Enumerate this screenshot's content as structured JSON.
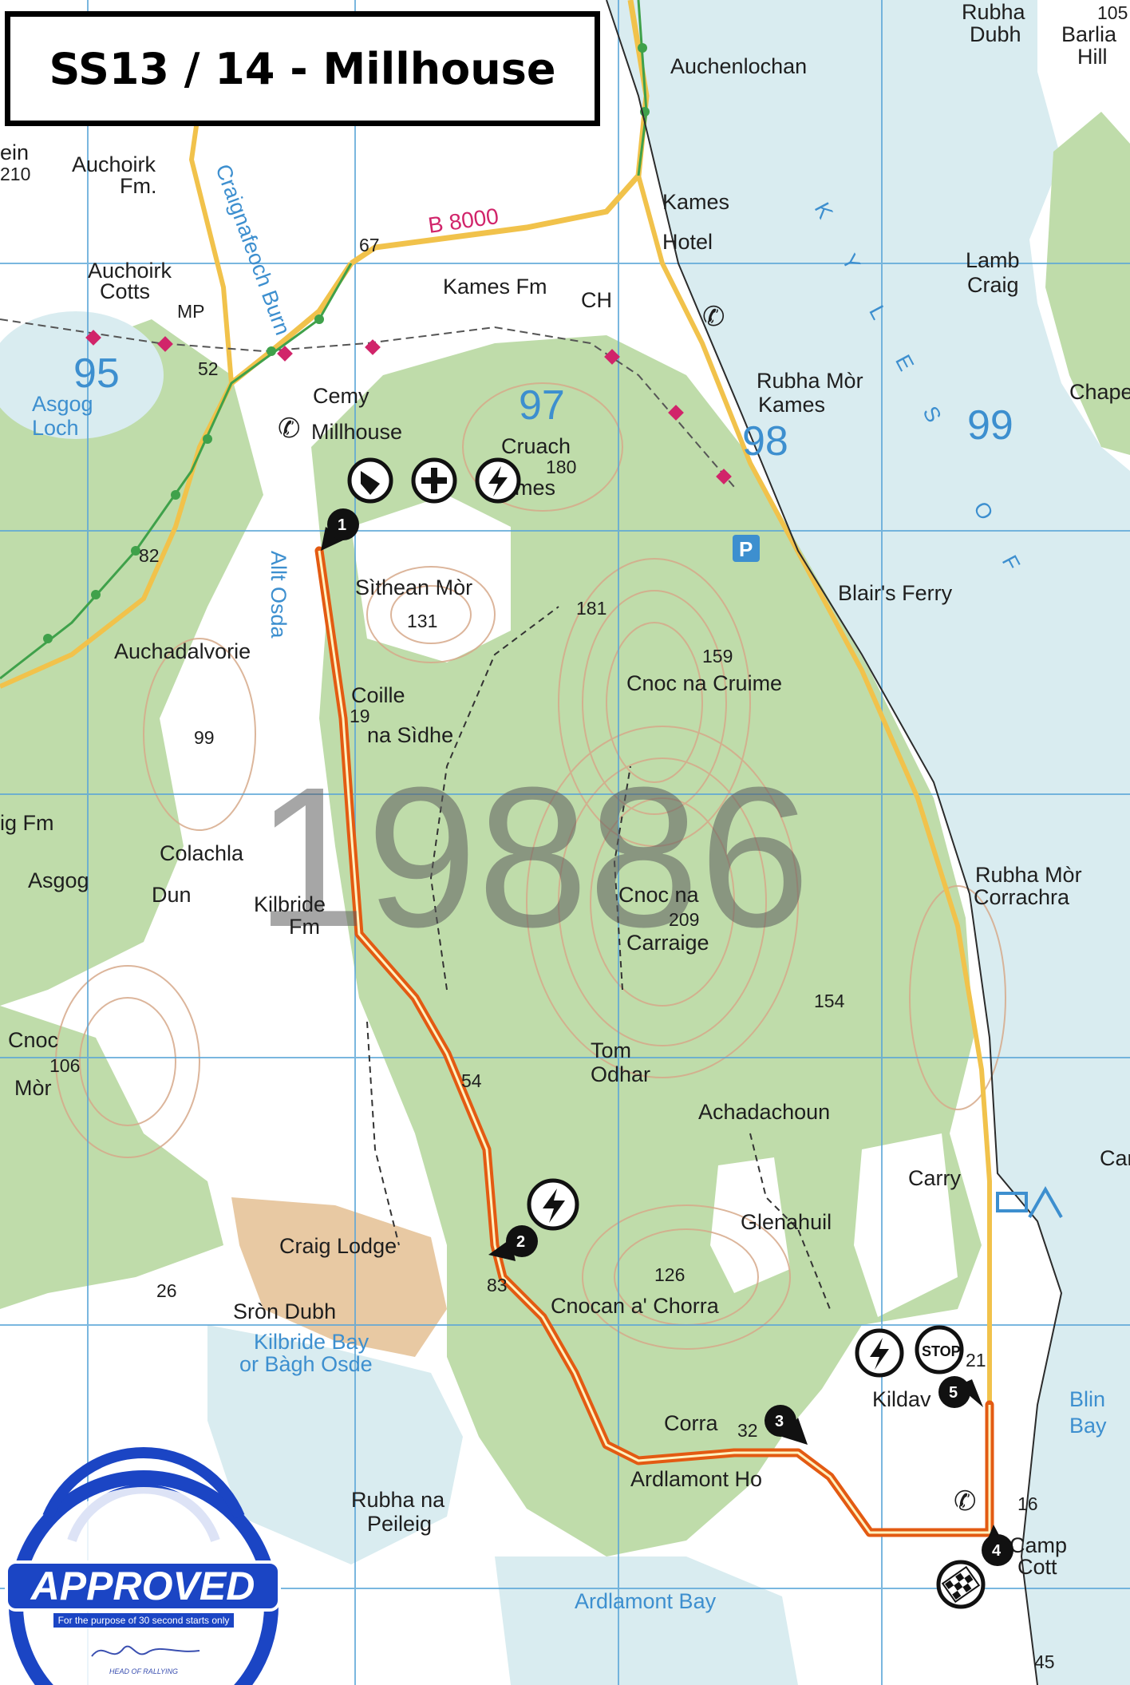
{
  "title": "SS13 / 14 - Millhouse",
  "watermark": "19886",
  "badge": {
    "label": "APPROVED",
    "subtext": "For the purpose of 30 second starts only",
    "signature_caption": "HEAD OF RALLYING"
  },
  "route": {
    "color": "#e35a12",
    "markers": [
      {
        "label": "1",
        "meaning": "start"
      },
      {
        "label": "2",
        "meaning": "waypoint"
      },
      {
        "label": "3",
        "meaning": "waypoint"
      },
      {
        "label": "4",
        "meaning": "finish"
      },
      {
        "label": "5",
        "meaning": "stop control"
      }
    ],
    "symbols": {
      "start_group": [
        "flag-icon",
        "medical-icon",
        "lightning-icon"
      ],
      "mid": [
        "lightning-icon"
      ],
      "end_group": [
        "lightning-icon",
        "stop-icon"
      ],
      "finish": "chequered-flag-icon",
      "stop_label": "STOP"
    }
  },
  "grid_labels": [
    "95",
    "97",
    "98",
    "99"
  ],
  "road_labels": [
    "B 8000"
  ],
  "places": [
    "Auchenlochan",
    "Kames",
    "Hotel",
    "Kames Fm",
    "CH",
    "Auchoirk",
    "Fm.",
    "Auchoirk",
    "Cotts",
    "MP",
    "Cemy",
    "Millhouse",
    "Cruach",
    "Kames",
    "Rubha Mòr",
    "Kames",
    "Lamb",
    "Craig",
    "Rubha",
    "Dubh",
    "Barlia",
    "Hill",
    "Chapel",
    "Blair's Ferry",
    "Sìthean Mòr",
    "Coille",
    "na Sìdhe",
    "Auchadalvorie",
    "Cnoc na Cruime",
    "Colachla",
    "Asgog",
    "Dun",
    "Kilbride",
    "Fm",
    "Cnoc na",
    "Carraige",
    "Rubha Mòr",
    "Corrachra",
    "Cnoc",
    "Mòr",
    "Tom",
    "Odhar",
    "Achadachoun",
    "Carry",
    "Car",
    "Craig Lodge",
    "Glenahuil",
    "Sròn Dubh",
    "Cnocan a' Chorra",
    "Kildav",
    "Corra",
    "Ardlamont Ho",
    "Rubha na",
    "Peileig",
    "Camp",
    "Cott",
    "ig Fm",
    "ein"
  ],
  "water_labels": [
    "Asgog",
    "Loch",
    "Kilbride Bay",
    "or Bàgh Osde",
    "Ardlamont Bay",
    "Blin",
    "Bay",
    "Allt Osda",
    "Craignafeoch Burn",
    "KYLES OF"
  ],
  "heights": [
    "67",
    "52",
    "180",
    "82",
    "131",
    "181",
    "159",
    "19",
    "99",
    "209",
    "154",
    "106",
    "54",
    "83",
    "126",
    "26",
    "32",
    "21",
    "16",
    "45",
    "105",
    "210"
  ],
  "colors": {
    "sea": "#d9ecf0",
    "land_open": "#ffffff",
    "forest": "#bfdcaa",
    "sand": "#e8c9a3",
    "contour": "#d6a98a",
    "grid": "#5aa6d8",
    "route": "#e35a12",
    "road_minor": "#f1c24b",
    "boundary": "#d1246a",
    "rail_green": "#3fa14a"
  }
}
